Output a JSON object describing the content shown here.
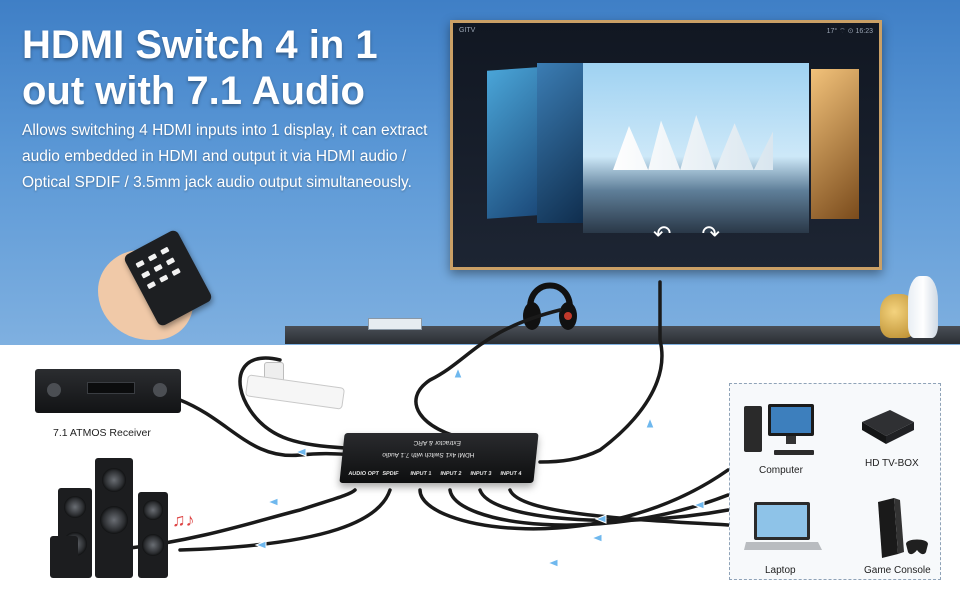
{
  "headline": {
    "line1": "HDMI Switch 4 in 1",
    "line2": "out with 7.1 Audio"
  },
  "description": "Allows switching 4 HDMI inputs into 1 display, it can extract audio embedded in HDMI and output it via HDMI audio / Optical SPDIF / 3.5mm jack audio output simultaneously.",
  "tv": {
    "brand": "GITV",
    "status": "17°  ⌔  ⊙ 16:23",
    "arrows": "↶ ↷"
  },
  "receiver": {
    "label": "7.1 ATMOS Receiver"
  },
  "switch_box": {
    "top_line1": "Extractor & ARC",
    "top_line2": "HDMI 4x1 Switch with 7.1 Audio",
    "ports": [
      "AUDIO OPT",
      "SPDIF",
      "INPUT 1",
      "INPUT 2",
      "INPUT 3",
      "INPUT 4"
    ]
  },
  "devices": {
    "computer": "Computer",
    "tvbox": "HD TV-BOX",
    "laptop": "Laptop",
    "console": "Game Console"
  },
  "colors": {
    "wall": "#4f8ccf",
    "tv_frame": "#caa066",
    "cable": "#1a1a1a",
    "arrow_marker": "#6fb8ee"
  }
}
